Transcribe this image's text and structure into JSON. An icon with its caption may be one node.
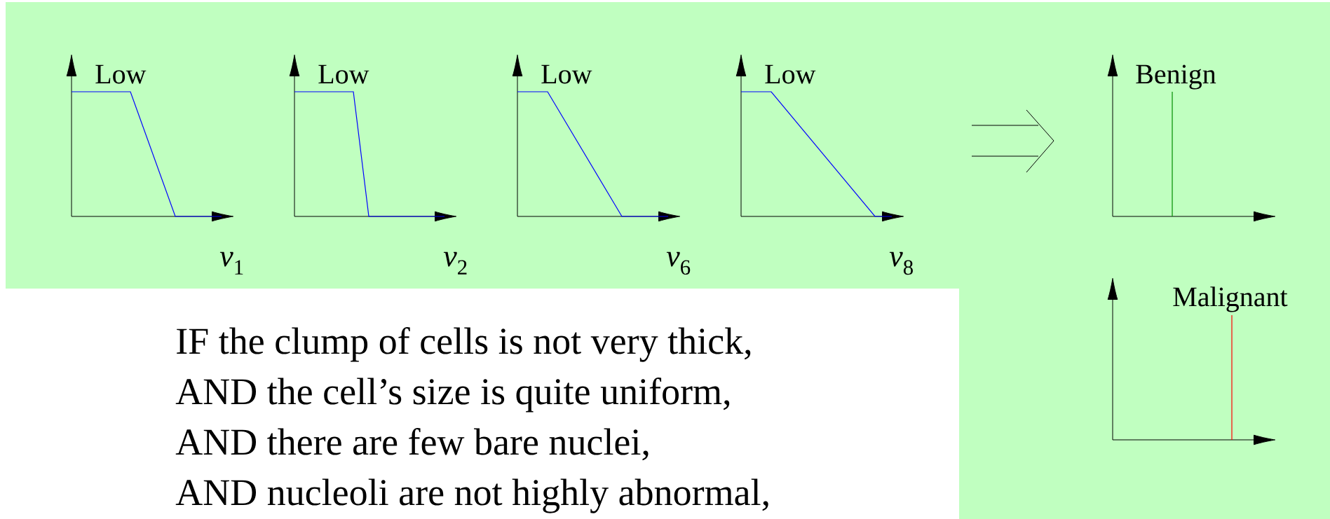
{
  "diagram": {
    "labels": [
      "Low",
      "Low",
      "Low",
      "Low",
      "Benign",
      "*v*$_{1}$",
      "*v*$_{2}$",
      "*v*$_{6}$",
      "*v*$_{8}$",
      "Malignant",
      "IF the clump of cells is not very thick,",
      "AND the cell’s size is quite uniform,",
      "AND there are few bare nuclei,",
      "AND nucleoli are not highly abnormal,"
    ]
  }
}
